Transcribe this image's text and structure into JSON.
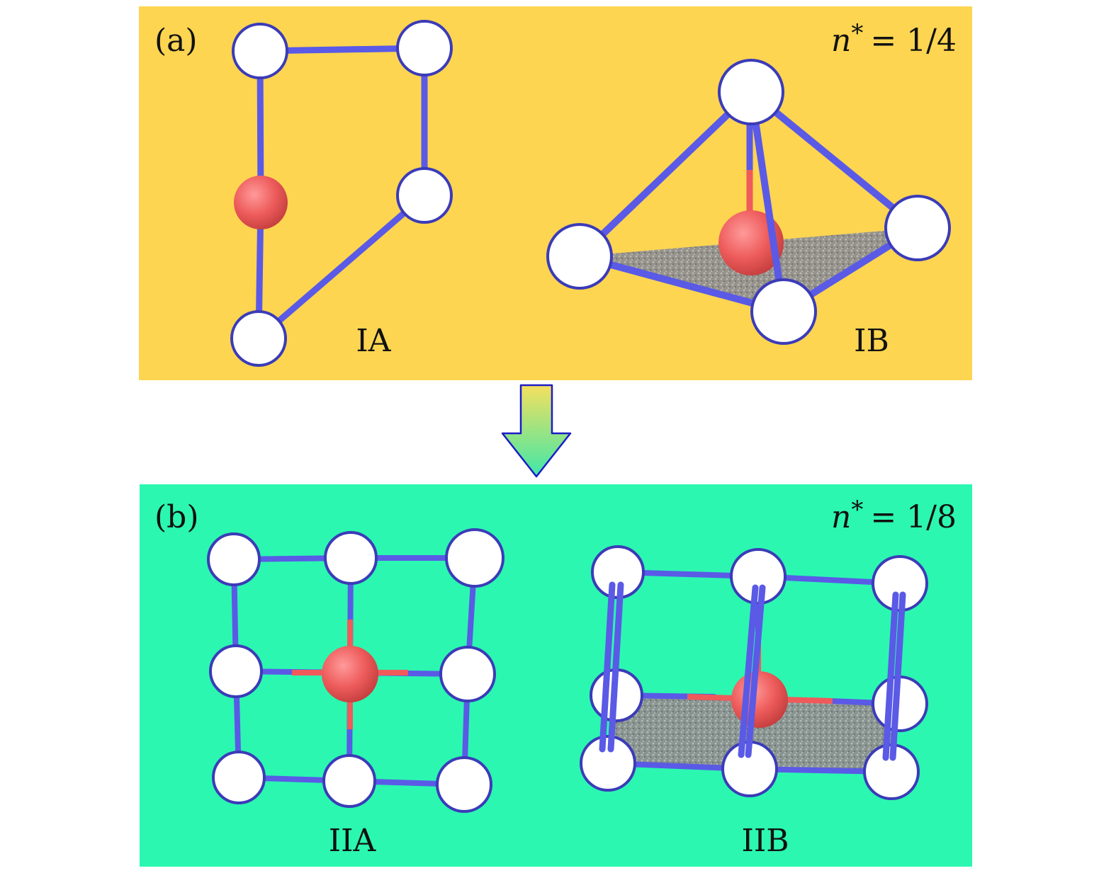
{
  "colors": {
    "panel_a_bg": "#fdd551",
    "panel_b_bg": "#2bf7b1",
    "bond": "#5a5ae6",
    "bond_dark": "#3b3bb8",
    "impurity_bond": "#f05a5a",
    "site_fill": "#ffffff",
    "impurity": "#ee5c5c",
    "plaquette": "#9a9a9a",
    "arrow_top": "#f5e05e",
    "arrow_bottom": "#3fe7a8",
    "arrow_edge": "#1c1cc8"
  },
  "panel_a": {
    "label": "(a)",
    "density_var": "n",
    "density_sup": "*",
    "density_value": "= 1/4",
    "structures": [
      {
        "label": "IA"
      },
      {
        "label": "IB"
      }
    ]
  },
  "panel_b": {
    "label": "(b)",
    "density_var": "n",
    "density_sup": "*",
    "density_value": "= 1/8",
    "structures": [
      {
        "label": "IIA"
      },
      {
        "label": "IIB"
      }
    ]
  },
  "transition_arrow": "down-arrow-icon"
}
